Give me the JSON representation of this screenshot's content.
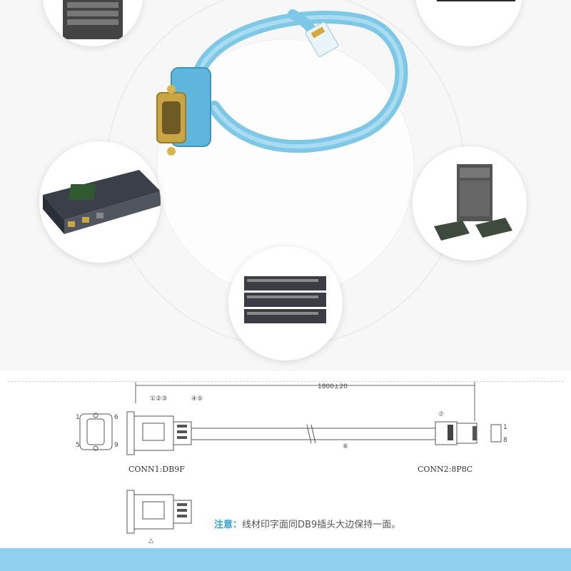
{
  "diagram": {
    "length_label": "1800±20",
    "conn1_label": "CONN1:DB9F",
    "conn2_label": "CONN2:8P8C",
    "callouts": [
      "①②③",
      "④⑤",
      "⑥",
      "⑦"
    ],
    "pin_labels": [
      "1",
      "5",
      "6",
      "9"
    ],
    "rj_pin_labels": [
      "1",
      "8"
    ],
    "warning_symbol": "△"
  },
  "note": {
    "label": "注意：",
    "text": "线材印字面同DB9插头大边保持一面。"
  },
  "colors": {
    "cable": "#7cc8e6",
    "accent": "#2fa3d6",
    "band": "#8fd0ec"
  },
  "images": {
    "center": "blue-console-cable",
    "top_left": "network-switch-chassis",
    "top_right": "network-device",
    "left": "circuit-board-device",
    "right": "router-chassis-with-cards",
    "bottom": "stacked-switches"
  }
}
